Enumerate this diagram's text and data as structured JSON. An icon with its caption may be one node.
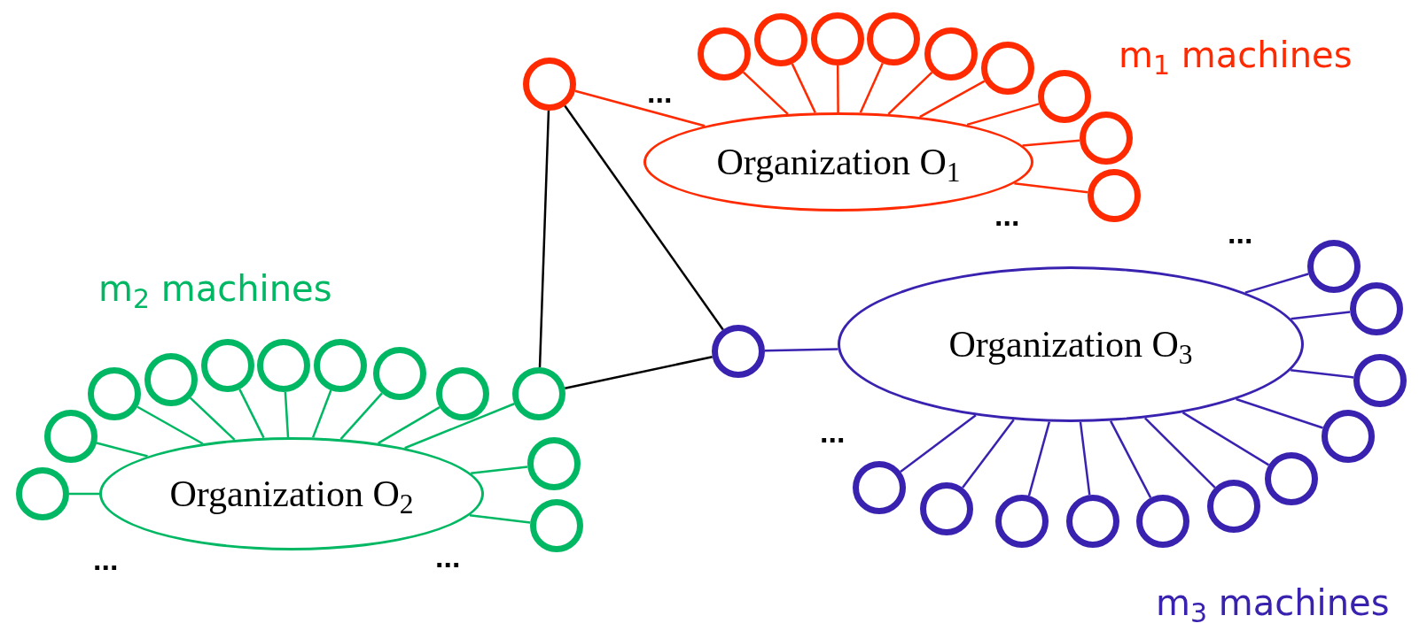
{
  "diagram": {
    "nodes": [
      {
        "text": [
          "Organization O$_{1}$"
        ]
      },
      {
        "text": [],
        "shape": "circle"
      },
      {
        "text": [],
        "shape": "circle"
      },
      {
        "text": [],
        "shape": "circle"
      },
      {
        "text": [],
        "shape": "circle"
      },
      {
        "text": [],
        "shape": "circle"
      },
      {
        "text": [],
        "shape": "circle"
      },
      {
        "text": [],
        "shape": "circle"
      },
      {
        "text": [],
        "shape": "circle"
      },
      {
        "text": [],
        "shape": "circle"
      },
      {
        "text": [],
        "shape": "circle"
      },
      {
        "text": [
          "Organization O$_{2}$"
        ]
      },
      {
        "text": [],
        "shape": "circle"
      },
      {
        "text": [],
        "shape": "circle"
      },
      {
        "text": [],
        "shape": "circle"
      },
      {
        "text": [],
        "shape": "circle"
      },
      {
        "text": [],
        "shape": "circle"
      },
      {
        "text": [],
        "shape": "circle"
      },
      {
        "text": [],
        "shape": "circle"
      },
      {
        "text": [],
        "shape": "circle"
      },
      {
        "text": [],
        "shape": "circle"
      },
      {
        "text": [],
        "shape": "circle"
      },
      {
        "text": [],
        "shape": "circle"
      },
      {
        "text": [],
        "shape": "circle"
      },
      {
        "text": [
          "Organization O$_{3}$"
        ]
      },
      {
        "text": [],
        "shape": "circle"
      },
      {
        "text": [],
        "shape": "circle"
      },
      {
        "text": [],
        "shape": "circle"
      },
      {
        "text": [],
        "shape": "circle"
      },
      {
        "text": [],
        "shape": "circle"
      },
      {
        "text": [],
        "shape": "circle"
      },
      {
        "text": [],
        "shape": "circle"
      },
      {
        "text": [],
        "shape": "circle"
      },
      {
        "text": [],
        "shape": "circle"
      },
      {
        "text": [],
        "shape": "circle"
      },
      {
        "text": [],
        "shape": "circle"
      },
      {
        "text": [],
        "shape": "circle"
      }
    ],
    "edges": [
      {
        "from": 1,
        "to": 0,
        "arrow": "none",
        "color": "#ff2a00"
      },
      {
        "from": 2,
        "to": 0,
        "arrow": "none",
        "color": "#ff2a00"
      },
      {
        "from": 3,
        "to": 0,
        "arrow": "none",
        "color": "#ff2a00"
      },
      {
        "from": 4,
        "to": 0,
        "arrow": "none",
        "color": "#ff2a00"
      },
      {
        "from": 5,
        "to": 0,
        "arrow": "none",
        "color": "#ff2a00"
      },
      {
        "from": 6,
        "to": 0,
        "arrow": "none",
        "color": "#ff2a00"
      },
      {
        "from": 7,
        "to": 0,
        "arrow": "none",
        "color": "#ff2a00"
      },
      {
        "from": 8,
        "to": 0,
        "arrow": "none",
        "color": "#ff2a00"
      },
      {
        "from": 9,
        "to": 0,
        "arrow": "none",
        "color": "#ff2a00"
      },
      {
        "from": 10,
        "to": 0,
        "arrow": "none",
        "color": "#ff2a00"
      },
      {
        "from": 12,
        "to": 11,
        "arrow": "none",
        "color": "#00b863"
      },
      {
        "from": 13,
        "to": 11,
        "arrow": "none",
        "color": "#00b863"
      },
      {
        "from": 14,
        "to": 11,
        "arrow": "none",
        "color": "#00b863"
      },
      {
        "from": 15,
        "to": 11,
        "arrow": "none",
        "color": "#00b863"
      },
      {
        "from": 16,
        "to": 11,
        "arrow": "none",
        "color": "#00b863"
      },
      {
        "from": 17,
        "to": 11,
        "arrow": "none",
        "color": "#00b863"
      },
      {
        "from": 18,
        "to": 11,
        "arrow": "none",
        "color": "#00b863"
      },
      {
        "from": 19,
        "to": 11,
        "arrow": "none",
        "color": "#00b863"
      },
      {
        "from": 20,
        "to": 11,
        "arrow": "none",
        "color": "#00b863"
      },
      {
        "from": 21,
        "to": 11,
        "arrow": "none",
        "color": "#00b863"
      },
      {
        "from": 22,
        "to": 11,
        "arrow": "none",
        "color": "#00b863"
      },
      {
        "from": 23,
        "to": 11,
        "arrow": "none",
        "color": "#00b863"
      },
      {
        "from": 25,
        "to": 24,
        "arrow": "none",
        "color": "#3a22b0"
      },
      {
        "from": 26,
        "to": 24,
        "arrow": "none",
        "color": "#3a22b0"
      },
      {
        "from": 27,
        "to": 24,
        "arrow": "none",
        "color": "#3a22b0"
      },
      {
        "from": 28,
        "to": 24,
        "arrow": "none",
        "color": "#3a22b0"
      },
      {
        "from": 29,
        "to": 24,
        "arrow": "none",
        "color": "#3a22b0"
      },
      {
        "from": 30,
        "to": 24,
        "arrow": "none",
        "color": "#3a22b0"
      },
      {
        "from": 31,
        "to": 24,
        "arrow": "none",
        "color": "#3a22b0"
      },
      {
        "from": 32,
        "to": 24,
        "arrow": "none",
        "color": "#3a22b0"
      },
      {
        "from": 33,
        "to": 24,
        "arrow": "none",
        "color": "#3a22b0"
      },
      {
        "from": 34,
        "to": 24,
        "arrow": "none",
        "color": "#3a22b0"
      },
      {
        "from": 35,
        "to": 24,
        "arrow": "none",
        "color": "#3a22b0"
      },
      {
        "from": 36,
        "to": 24,
        "arrow": "none",
        "color": "#3a22b0"
      },
      {
        "from": 1,
        "to": 21,
        "arrow": "none",
        "color": "#000000"
      },
      {
        "from": 1,
        "to": 25,
        "arrow": "none",
        "color": "#000000"
      },
      {
        "from": 21,
        "to": 25,
        "arrow": "none",
        "color": "#000000"
      }
    ],
    "labels": [
      "m$_{1}$ machines",
      "...",
      "...",
      "...",
      "m$_{2}$ machines",
      "...",
      "...",
      "...",
      "m$_{3}$ machines"
    ]
  }
}
